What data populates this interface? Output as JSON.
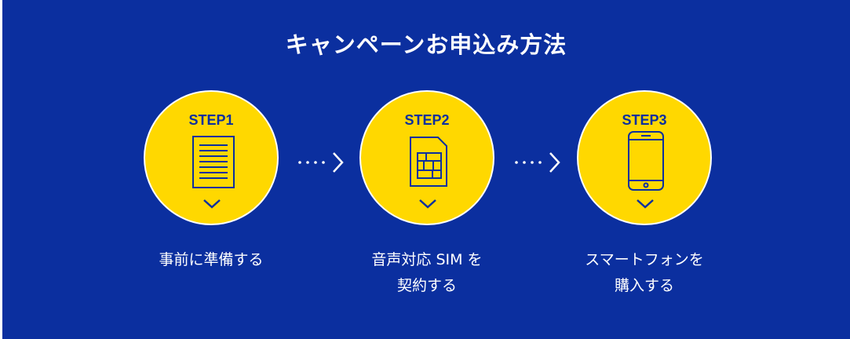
{
  "title": "キャンペーンお申込み方法",
  "steps": [
    {
      "label": "STEP1",
      "icon": "document-icon",
      "caption_line1": "事前に準備する",
      "caption_line2": ""
    },
    {
      "label": "STEP2",
      "icon": "sim-card-icon",
      "caption_line1": "音声対応 SIM を",
      "caption_line2": "契約する"
    },
    {
      "label": "STEP3",
      "icon": "smartphone-icon",
      "caption_line1": "スマートフォンを",
      "caption_line2": "購入する"
    }
  ],
  "colors": {
    "background": "#0b2f9f",
    "circle": "#ffd800",
    "text": "#ffffff"
  }
}
